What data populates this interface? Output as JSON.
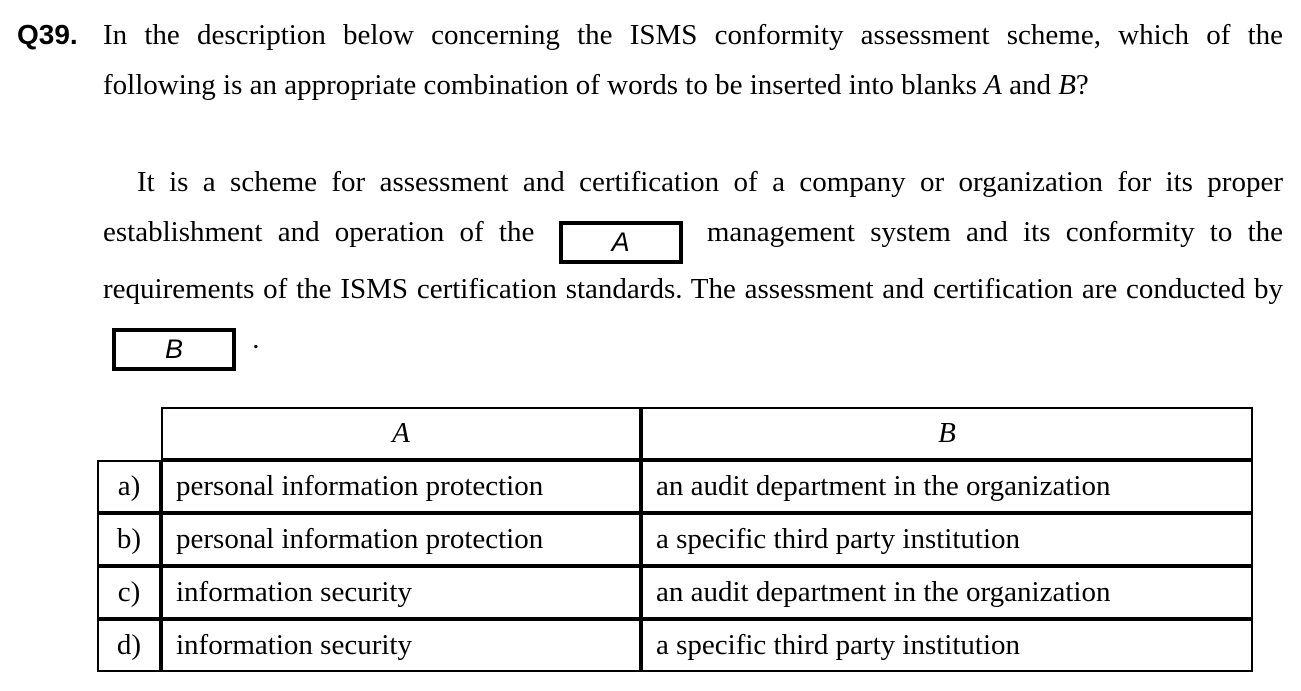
{
  "colors": {
    "text": "#000000",
    "background": "#ffffff",
    "border": "#000000"
  },
  "question": {
    "number": "Q39.",
    "body": "In the description below concerning the ISMS conformity assessment scheme, which of the following is an appropriate combination of words to be inserted into blanks",
    "blank_a_ref": "A",
    "conjunction": "and",
    "blank_b_ref": "B",
    "terminator": "?"
  },
  "passage": {
    "part1": "It is a scheme for assessment and certification of a company or organization for its proper establishment and operation of the",
    "blank_a": "A",
    "part2": "management system and its conformity to the requirements of the ISMS certification standards. The assessment and certification are conducted by",
    "blank_b": "B",
    "part3": "."
  },
  "options_table": {
    "headers": {
      "col_a": "A",
      "col_b": "B"
    },
    "rows": [
      {
        "option": "a)",
        "a": "personal information protection",
        "b": "an audit department in the organization"
      },
      {
        "option": "b)",
        "a": "personal information protection",
        "b": "a specific third party institution"
      },
      {
        "option": "c)",
        "a": "information security",
        "b": "an audit department in the organization"
      },
      {
        "option": "d)",
        "a": "information security",
        "b": "a specific third party institution"
      }
    ]
  }
}
